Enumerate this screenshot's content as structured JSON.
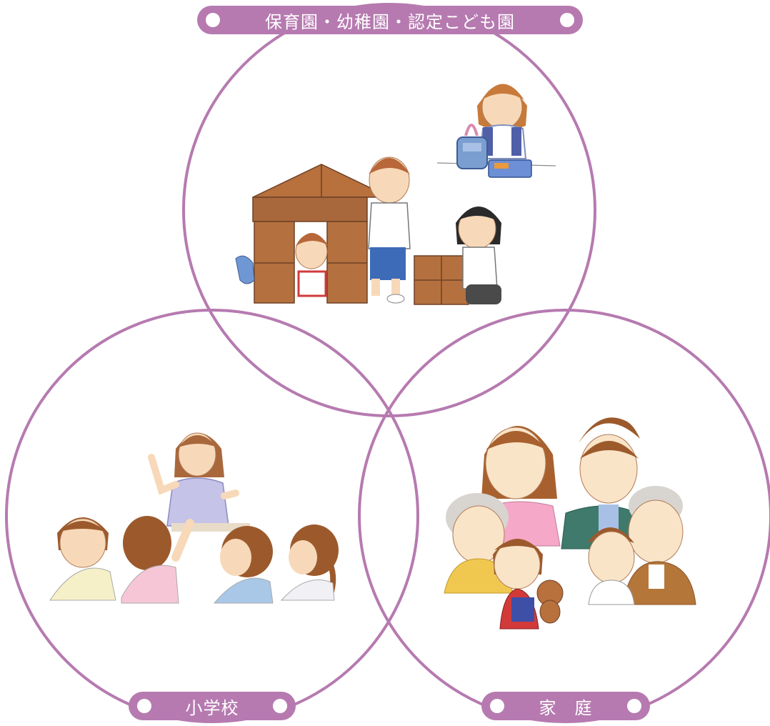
{
  "colors": {
    "accent": "#b67ab0",
    "ring": "#b67ab0"
  },
  "labels": {
    "top": "保育園・幼稚園・認定こども園",
    "left": "小学校",
    "right": "家　庭"
  },
  "illustrations": {
    "top": "children playing with wooden blocks and packing a bag",
    "left": "teacher with pupils in a classroom",
    "right": "family with grandparents, parents and children"
  }
}
